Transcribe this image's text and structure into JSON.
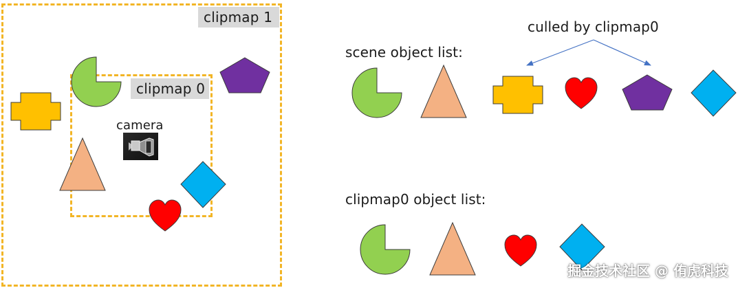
{
  "colors": {
    "clip_border": "#f2b526",
    "tag_bg": "#d9d9d9",
    "pacman": "#92d050",
    "triangle": "#f4b183",
    "cross": "#ffc000",
    "heart": "#ff0000",
    "pentagon": "#7030a0",
    "diamond": "#00b0f0",
    "arrow": "#4472c4"
  },
  "left_panel": {
    "clipmap1_label": "clipmap 1",
    "clipmap0_label": "clipmap 0",
    "camera_label": "camera",
    "camera_icon": "camera-icon"
  },
  "right_panel": {
    "scene_list_label": "scene object list:",
    "culled_label": "culled by clipmap0",
    "clipmap0_list_label": "clipmap0 object list:",
    "scene_objects": [
      "pacman",
      "triangle",
      "cross",
      "heart",
      "pentagon",
      "diamond"
    ],
    "culled_objects": [
      "cross",
      "pentagon"
    ],
    "clipmap0_objects": [
      "pacman",
      "triangle",
      "heart",
      "diamond"
    ]
  },
  "watermark": "掘金技术社区 @ 侑虎科技"
}
